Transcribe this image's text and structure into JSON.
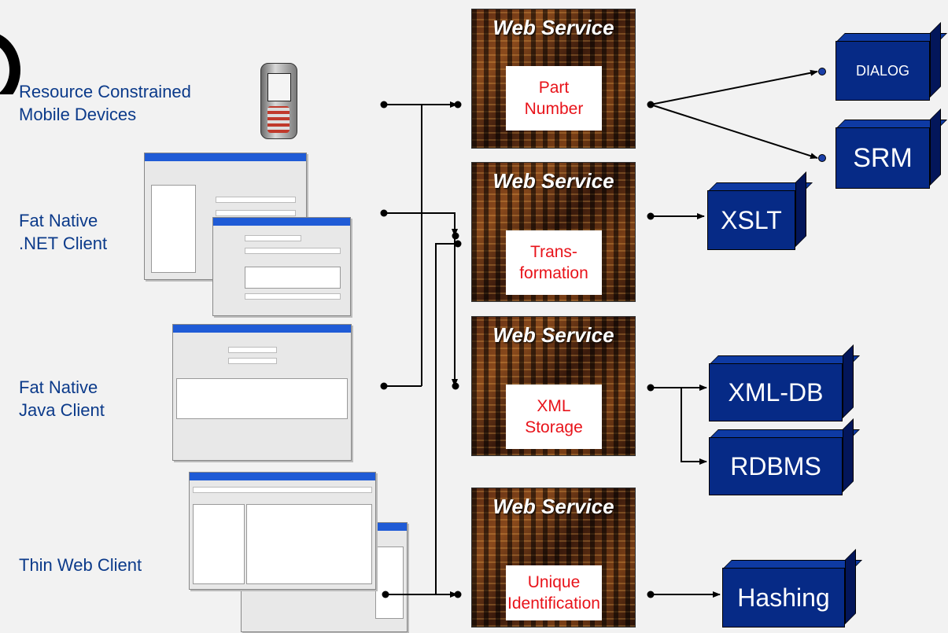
{
  "clients": [
    {
      "id": "mobile",
      "lines": [
        "Resource Constrained",
        "Mobile Devices"
      ]
    },
    {
      "id": "dotnet",
      "lines": [
        "Fat Native",
        ".NET Client"
      ]
    },
    {
      "id": "java",
      "lines": [
        "Fat Native",
        "Java Client"
      ]
    },
    {
      "id": "web",
      "lines": [
        "Thin Web Client"
      ]
    }
  ],
  "services": [
    {
      "id": "part-number",
      "title": "Web Service",
      "lines": [
        "Part",
        "Number"
      ]
    },
    {
      "id": "transformation",
      "title": "Web Service",
      "lines": [
        "Trans-",
        "formation"
      ]
    },
    {
      "id": "xml-storage",
      "title": "Web Service",
      "lines": [
        "XML",
        "Storage"
      ]
    },
    {
      "id": "unique-id",
      "title": "Web Service",
      "lines": [
        "Unique",
        "Identification"
      ]
    }
  ],
  "backends": [
    {
      "id": "dialog",
      "label": "DIALOG"
    },
    {
      "id": "srm",
      "label": "SRM"
    },
    {
      "id": "xslt",
      "label": "XSLT"
    },
    {
      "id": "xml-db",
      "label": "XML-DB"
    },
    {
      "id": "rdbms",
      "label": "RDBMS"
    },
    {
      "id": "hashing",
      "label": "Hashing"
    }
  ],
  "colors": {
    "client_text": "#0b3a8a",
    "service_text": "#e8131a",
    "box_fill": "#062a86",
    "connector": "#000000"
  }
}
